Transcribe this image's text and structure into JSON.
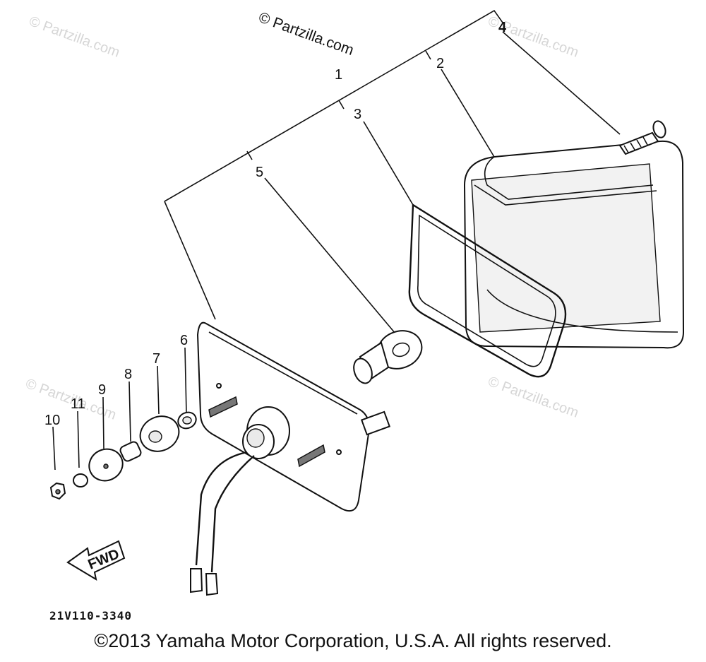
{
  "watermarks": {
    "top_center": "© Partzilla.com",
    "repeated": "© Partzilla.com"
  },
  "callouts": {
    "c1": "1",
    "c2": "2",
    "c3": "3",
    "c4": "4",
    "c5": "5",
    "c6": "6",
    "c7": "7",
    "c8": "8",
    "c9": "9",
    "c10": "10",
    "c11": "11"
  },
  "fwd_label": "FWD",
  "diagram_ref": "21V110-3340",
  "copyright": "©2013 Yamaha Motor Corporation, U.S.A. All rights reserved."
}
